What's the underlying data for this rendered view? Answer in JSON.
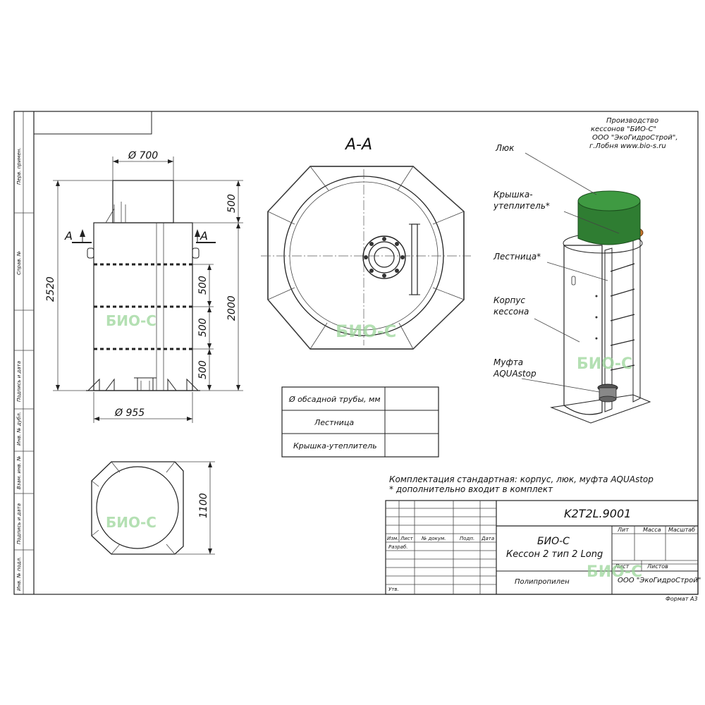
{
  "manufacturer_note": {
    "line1": "Производство",
    "line2": "кессонов \"БИО-С\"",
    "line3": "ООО \"ЭкоГидроСтрой\",",
    "line4": "г.Лобня   www.bio-s.ru"
  },
  "section_title": "А-А",
  "front_view": {
    "diameter_top": "Ø 700",
    "diameter_bottom": "Ø 955",
    "dim_overall_height": "2520",
    "dim_neck": "500",
    "dim_body": "2000",
    "dim_step1": "500",
    "dim_step2": "500",
    "dim_step3": "500",
    "section_mark_left": "А",
    "section_mark_right": "А",
    "watermark": "БИО-С"
  },
  "section_view": {
    "watermark": "БИО-С"
  },
  "bottom_view": {
    "dim_width": "1100",
    "watermark": "БИО-С"
  },
  "callouts": {
    "hatch": "Люк",
    "lid_line1": "Крышка-",
    "lid_line2": "утеплитель*",
    "ladder": "Лестница*",
    "body_line1": "Корпус",
    "body_line2": "кессона",
    "coupling_line1": "Муфта",
    "coupling_line2": "AQUAstop",
    "watermark": "БИО-С"
  },
  "options_table": {
    "rows": [
      "Ø  обсадной трубы, мм",
      "Лестница",
      "Крышка-утеплитель"
    ]
  },
  "completeness_note": {
    "line1": "Комплектация стандартная: корпус, люк, муфта AQUAstop",
    "line2": "* дополнительно входит в комплект"
  },
  "side_strip": {
    "labels": [
      "Перв. примен.",
      "Справ. №",
      "Подпись и дата",
      "Инв. № дубл.",
      "Взам. инв. №",
      "Подпись и дата",
      "Инв. № подл."
    ]
  },
  "title_block": {
    "doc_code": "K2T2L.9001",
    "product_line1": "БИО-С",
    "product_line2": "Кессон 2 тип 2 Long",
    "material": "Полипропилен",
    "company": "ООО \"ЭкоГидроСтрой\"",
    "headers": [
      "Изм.",
      "Лист",
      "№ докум.",
      "Подп.",
      "Дата"
    ],
    "role_developer": "Разраб.",
    "role_approved": "Утв.",
    "col_lit": "Лит",
    "col_mass": "Масса",
    "col_scale": "Масштаб",
    "sheet": "Лист",
    "sheets": "Листов",
    "watermark": "БИО-С"
  },
  "format_label": "Формат А3",
  "colors": {
    "hatch_green": "#2f7d32",
    "hatch_green_light": "#3f9a42",
    "insulation_orange": "#c9772e",
    "watermark_green": "#9cd69a"
  }
}
